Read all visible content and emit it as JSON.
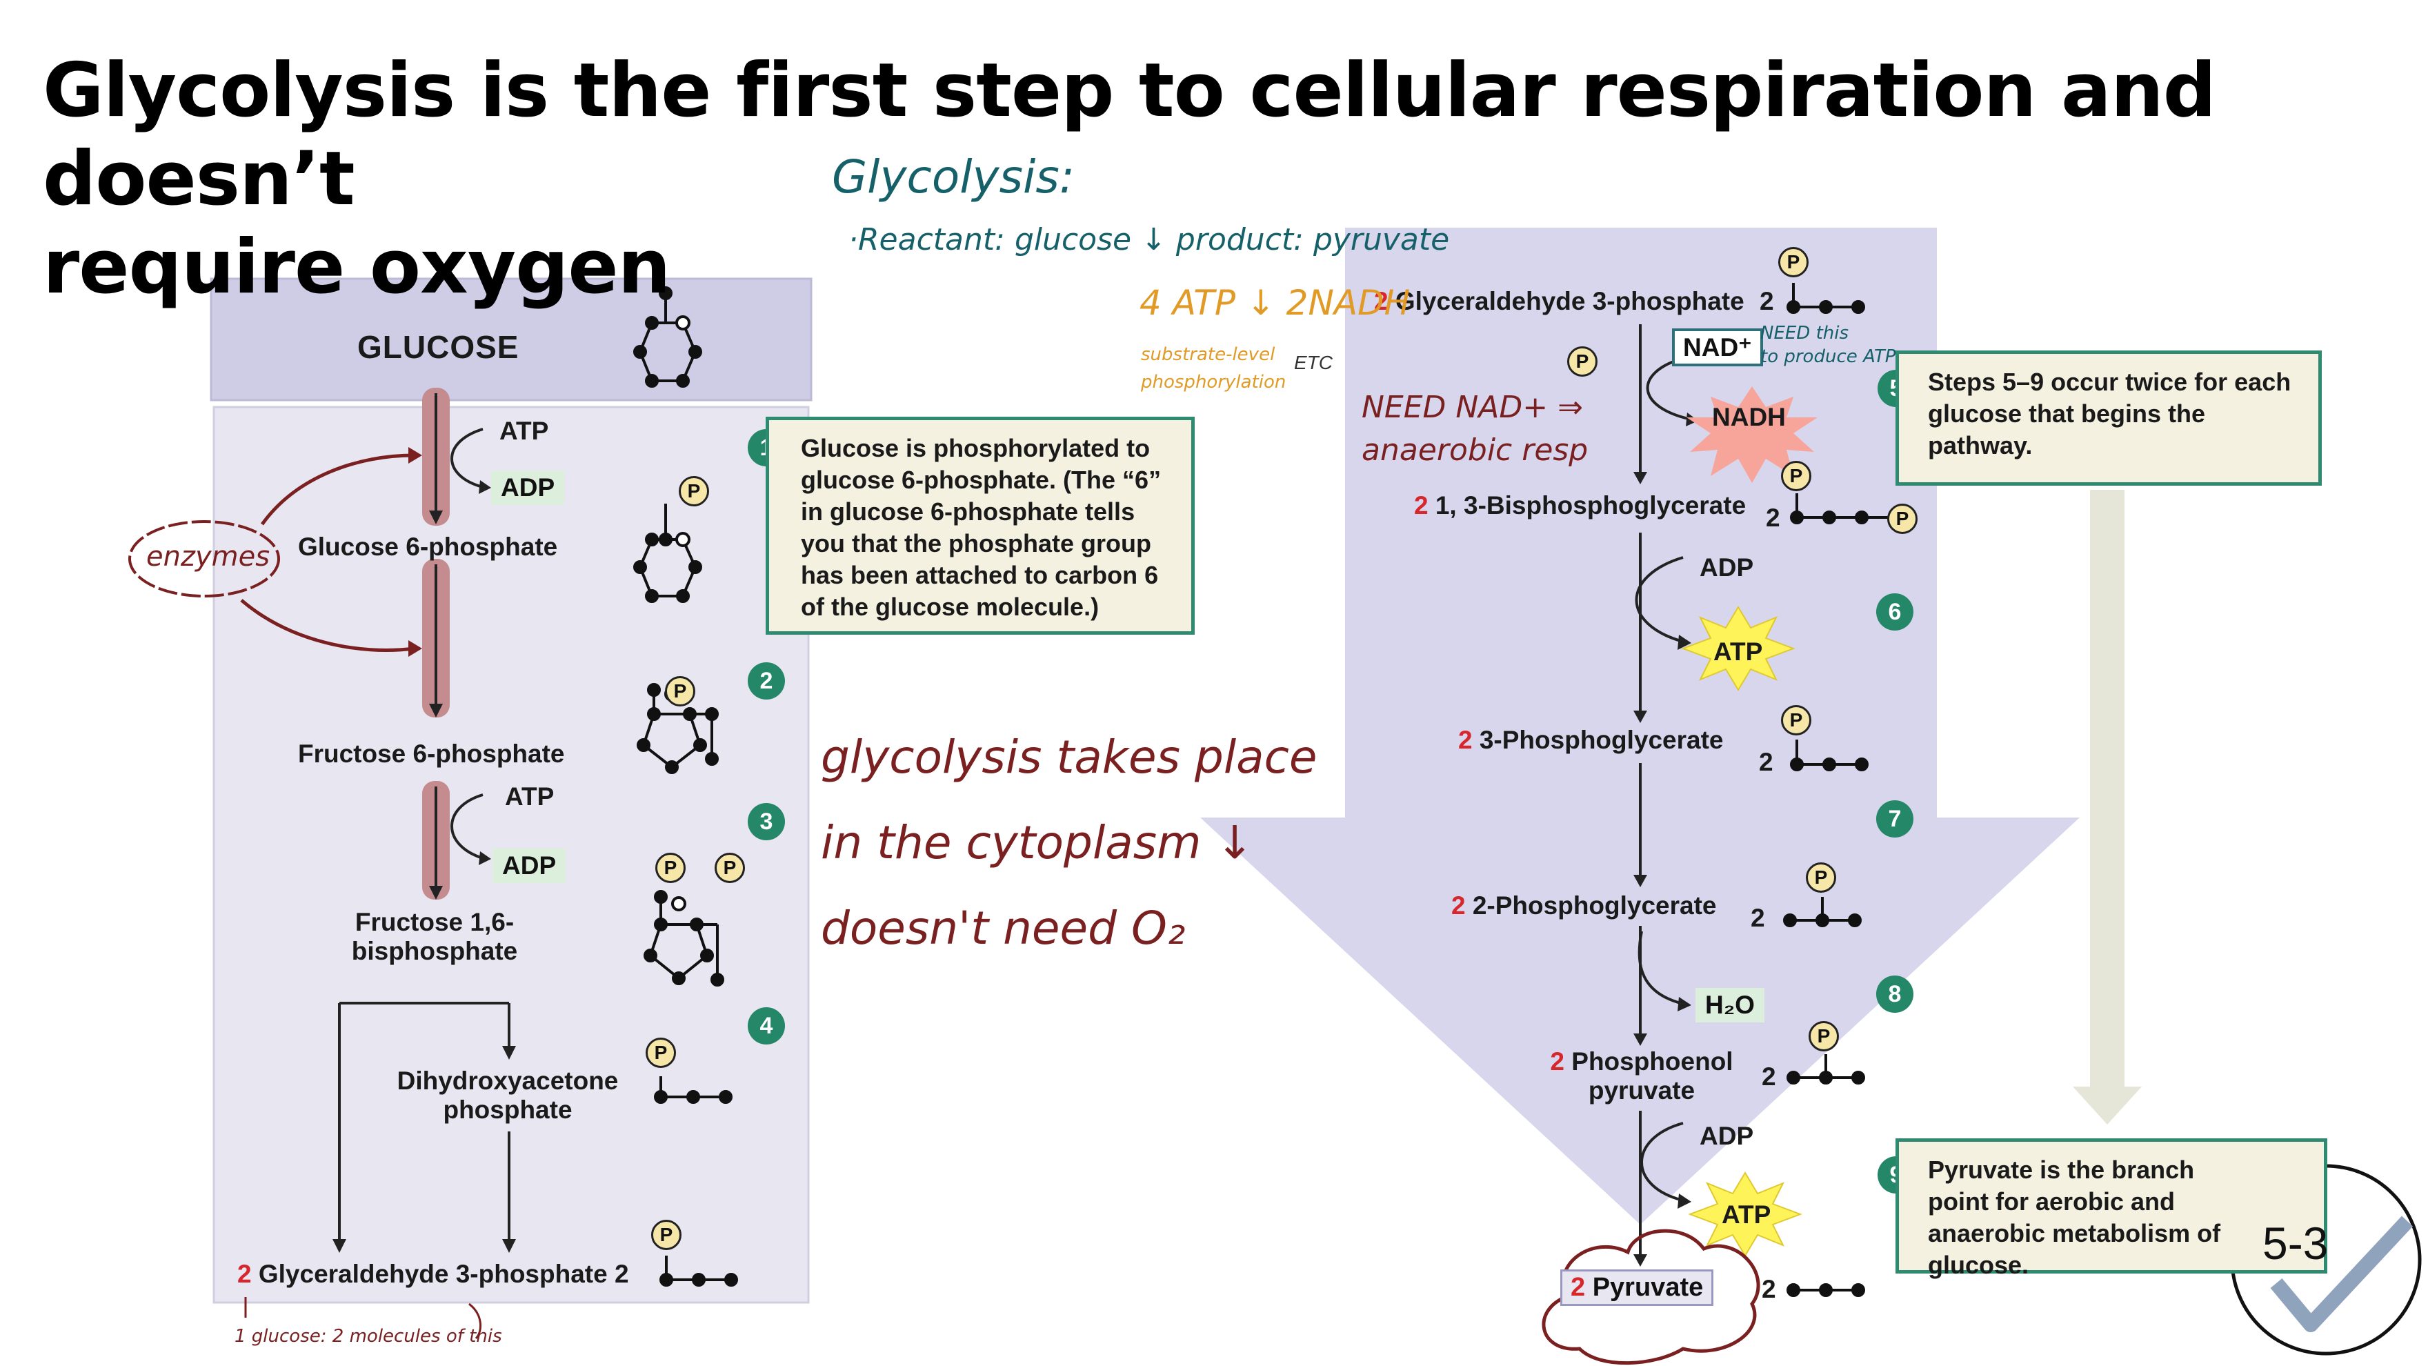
{
  "title": {
    "line1": "Glycolysis is the first step to cellular respiration and doesn’t",
    "line2": "require oxygen"
  },
  "left_panel": {
    "glucose_header": "GLUCOSE",
    "atp_1": "ATP",
    "adp_1": "ADP",
    "glucose_6_phosphate": "Glucose 6-phosphate",
    "fructose_6_phosphate": "Fructose 6-phosphate",
    "atp_2": "ATP",
    "adp_2": "ADP",
    "fructose_16_line1": "Fructose 1,6-",
    "fructose_16_line2": "bisphosphate",
    "dhap_line1": "Dihydroxyacetone",
    "dhap_line2": "phosphate",
    "g3p_num": "2",
    "g3p_label": "Glyceraldehyde 3-phosphate 2"
  },
  "right_panel": {
    "g3p_num": "2",
    "g3p_label": "Glyceraldehyde 3-phosphate",
    "g3p_count": "2",
    "nad": "NAD⁺",
    "nadh": "NADH",
    "bpg_num": "2",
    "bpg_label": "1, 3-Bisphosphoglycerate",
    "bpg_count": "2",
    "adp_6": "ADP",
    "atp_6": "ATP",
    "pg3_num": "2",
    "pg3_label": "3-Phosphoglycerate",
    "pg3_count": "2",
    "pg2_num": "2",
    "pg2_label": "2-Phosphoglycerate",
    "pg2_count": "2",
    "h2o": "H₂O",
    "pep_num": "2",
    "pep_line1": "Phosphoenol",
    "pep_line2": "pyruvate",
    "pep_count": "2",
    "adp_9": "ADP",
    "atp_9": "ATP",
    "pyr_num": "2",
    "pyr_label": "Pyruvate",
    "pyr_count": "2"
  },
  "phosphate_symbol": "P",
  "steps": {
    "b1": "1",
    "b2": "2",
    "b3": "3",
    "b4": "4",
    "b5": "5",
    "b6": "6",
    "b7": "7",
    "b8": "8",
    "b9": "9",
    "box1": "Glucose is phosphorylated to glucose 6-phosphate. (The “6” in glucose 6-phosphate tells you that the phosphate group has been attached to carbon 6 of the glucose molecule.)",
    "box5": "Steps 5–9 occur twice for each glucose that begins the pathway.",
    "box9": "Pyruvate is the branch point for aerobic and anaerobic metabolism of glucose."
  },
  "handwritten": {
    "heading": "Glycolysis:",
    "reactant_product": "·Reactant: glucose  ↓ product: pyruvate",
    "atp_nadh": "4 ATP  ↓ 2NADH",
    "substrate_1": "substrate-level",
    "substrate_2": "phosphorylation",
    "etc": "ETC",
    "need_this_1": "NEED this",
    "need_this_2": "to produce ATP",
    "need_nad_1": "NEED NAD+ ⇒",
    "need_nad_2": "anaerobic resp",
    "enzymes": "enzymes",
    "cytoplasm_1": "glycolysis takes place",
    "cytoplasm_2": "in the cytoplasm ↓",
    "cytoplasm_3": "doesn't need O₂",
    "one_glucose": "1 glucose: 2 molecules of this"
  },
  "slide_badge": "5-3",
  "colors": {
    "panel": "#e7e6f1",
    "header": "#cfcde6",
    "arrow": "#d8d6ec",
    "enzyme_bar": "#c48c8f",
    "step_green": "#248767",
    "box_fill": "#f4f1e1",
    "hand_teal": "#16606a",
    "hand_maroon": "#7a2020",
    "hand_orange": "#e09a25",
    "star": "#fff35a",
    "nadh_burst": "#f7a59a"
  }
}
